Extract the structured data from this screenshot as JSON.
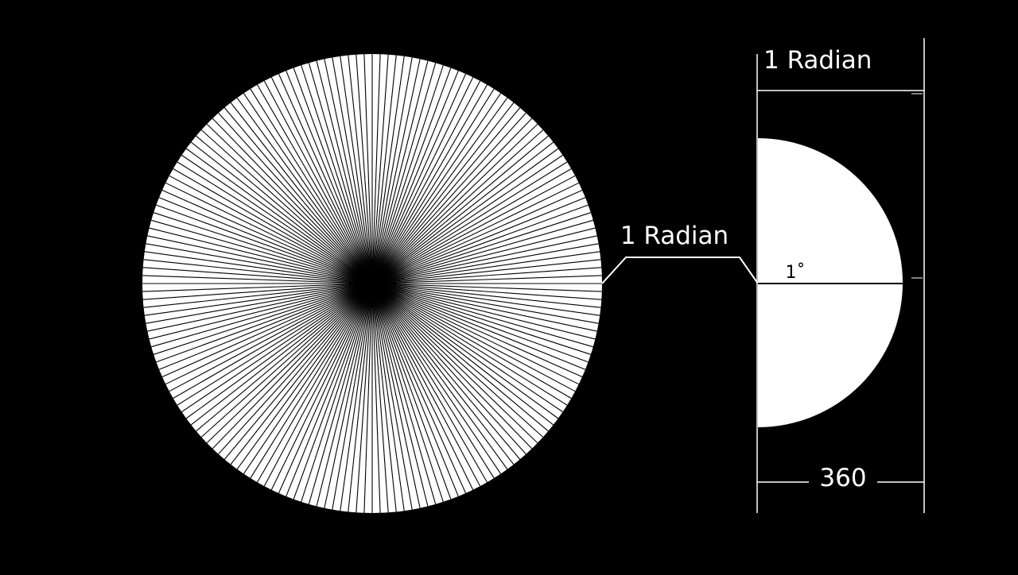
{
  "diagram": {
    "background_color": "#000000",
    "foreground_color": "#ffffff",
    "circle": {
      "radial_line_count": 180
    },
    "callout_label": "1 Radian",
    "top_label": "1 Radian",
    "degree_label": "1˚",
    "bottom_label": "360"
  }
}
